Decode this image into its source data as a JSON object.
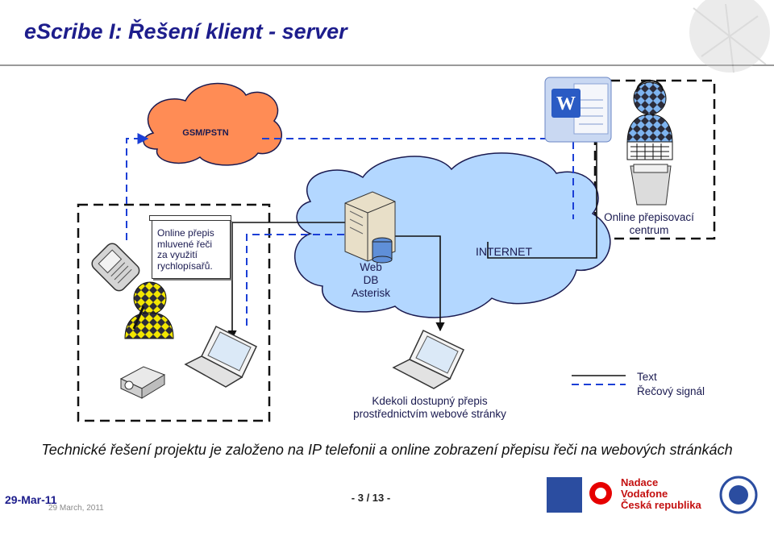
{
  "slide": {
    "title": "eScribe I: Řešení klient - server",
    "caption": "Technické řešení projektu je založeno na IP telefonii a online zobrazení přepisu řeči na webových stránkách"
  },
  "diagram": {
    "gsm_label": "GSM/PSTN",
    "note_text": "Online přepis\nmluvené řeči\nza využití\nrychlopísařů.",
    "server_label": "Web\nDB\nAsterisk",
    "internet_label": "INTERNET",
    "center_label": "Online přepisovací\ncentrum",
    "access_label": "Kdekoli dostupný přepis\nprostřednictvím webové stránky"
  },
  "legend": {
    "text_label": "Text",
    "signal_label": "Řečový signál"
  },
  "footer": {
    "date": "29-Mar-11",
    "date_long": "29 March, 2011",
    "page": "- 3 / 13 -"
  },
  "sponsor": {
    "line1": "Nadace",
    "line2": "Vodafone",
    "line3": "Česká republika"
  },
  "colors": {
    "title": "#1d1d8c",
    "cloud_blue": "#b3d7ff",
    "cloud_orange": "#ff8c55",
    "signal_line": "#1b3fd6",
    "vodafone_red": "#e60000"
  }
}
